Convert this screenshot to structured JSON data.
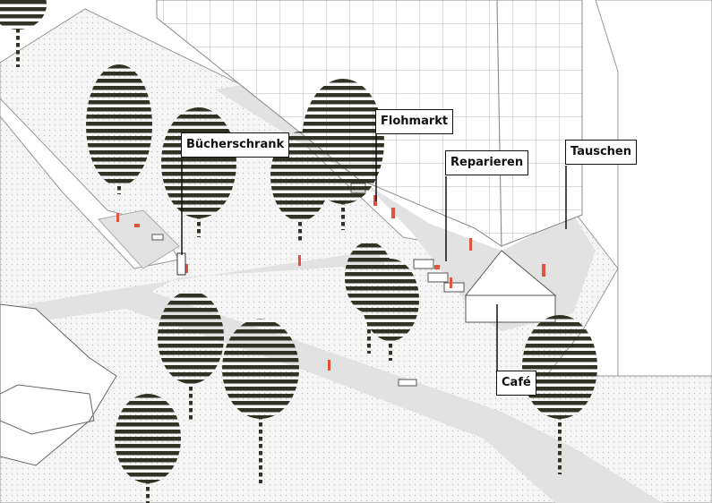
{
  "labels": {
    "buecherschrank": "Bücherschrank",
    "flohmarkt": "Flohmarkt",
    "reparieren": "Reparieren",
    "tauschen": "Tauschen",
    "cafe": "Café"
  },
  "colors": {
    "tree": "#2f3325",
    "people": "#e0533d",
    "path": "#e2e2e2",
    "plaza": "#f3f3f3",
    "line": "#9a9a9a"
  }
}
